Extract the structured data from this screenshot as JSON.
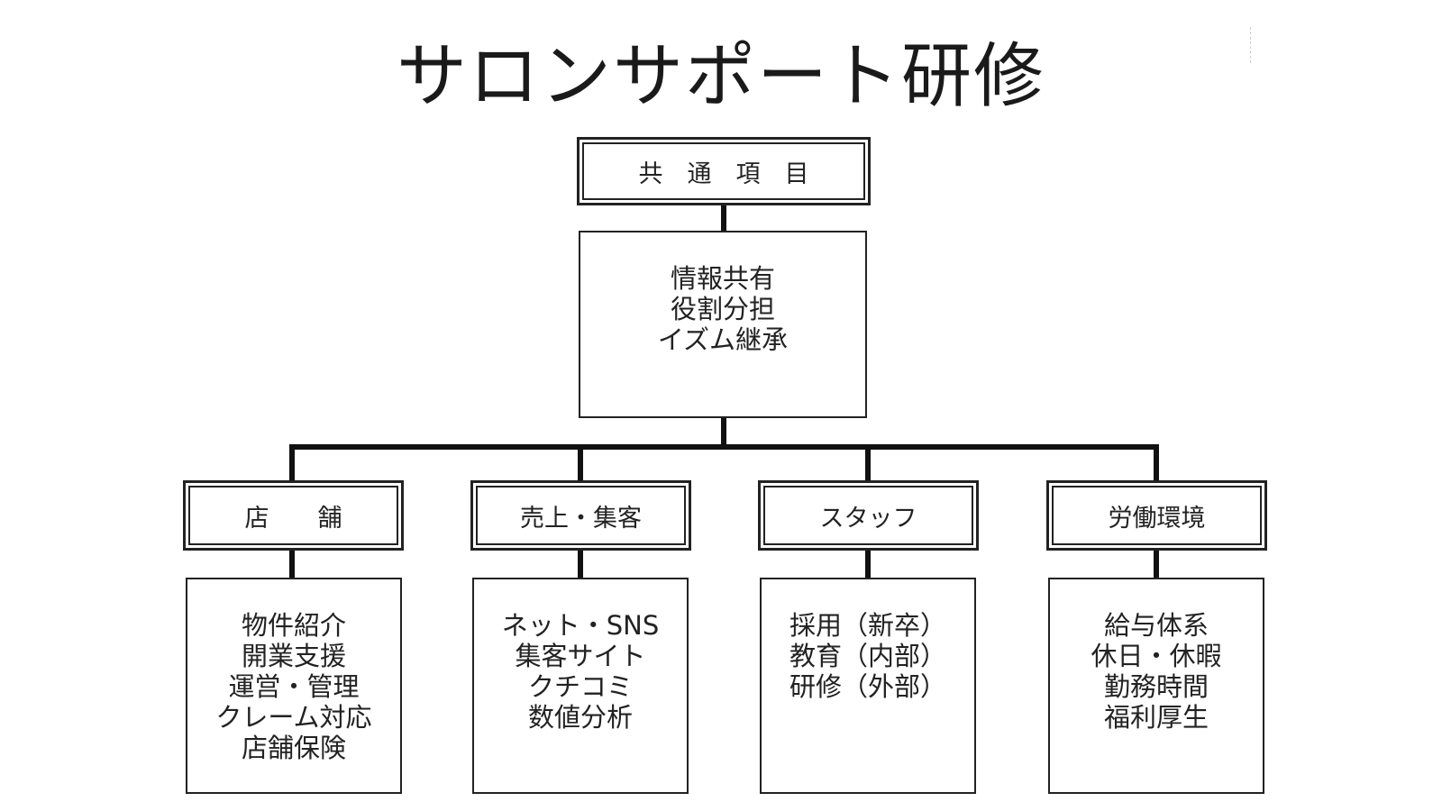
{
  "title": "サロンサポート研修",
  "root": {
    "header": "共　通　項　目",
    "items": [
      "情報共有",
      "役割分担",
      "イズム継承"
    ]
  },
  "categories": [
    {
      "header": "店　　舗",
      "items": [
        "物件紹介",
        "開業支援",
        "運営・管理",
        "クレーム対応",
        "店舗保険"
      ]
    },
    {
      "header": "売上・集客",
      "items": [
        "ネット・SNS",
        "集客サイト",
        "クチコミ",
        "数値分析"
      ]
    },
    {
      "header": "スタッフ",
      "items": [
        "採用（新卒）",
        "教育（内部）",
        "研修（外部）"
      ]
    },
    {
      "header": "労働環境",
      "items": [
        "給与体系",
        "休日・休暇",
        "勤務時間",
        "福利厚生"
      ]
    }
  ],
  "colors": {
    "line": "#111111",
    "background": "#ffffff",
    "text": "#222222"
  }
}
